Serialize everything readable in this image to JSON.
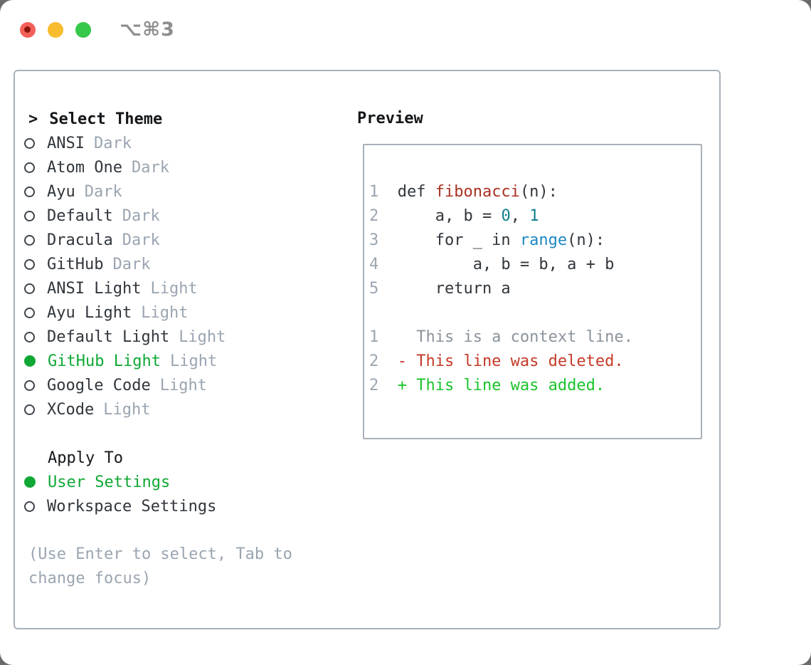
{
  "titlebar": {
    "title": "⌥⌘3"
  },
  "theme_picker": {
    "header": {
      "prompt": ">",
      "label": "Select Theme"
    },
    "themes": [
      {
        "name": "ANSI",
        "variant": "Dark",
        "selected": false
      },
      {
        "name": "Atom One",
        "variant": "Dark",
        "selected": false
      },
      {
        "name": "Ayu",
        "variant": "Dark",
        "selected": false
      },
      {
        "name": "Default",
        "variant": "Dark",
        "selected": false
      },
      {
        "name": "Dracula",
        "variant": "Dark",
        "selected": false
      },
      {
        "name": "GitHub",
        "variant": "Dark",
        "selected": false
      },
      {
        "name": "ANSI Light",
        "variant": "Light",
        "selected": false
      },
      {
        "name": "Ayu Light",
        "variant": "Light",
        "selected": false
      },
      {
        "name": "Default Light",
        "variant": "Light",
        "selected": false
      },
      {
        "name": "GitHub Light",
        "variant": "Light",
        "selected": true
      },
      {
        "name": "Google Code",
        "variant": "Light",
        "selected": false
      },
      {
        "name": "XCode",
        "variant": "Light",
        "selected": false
      }
    ],
    "apply_to": {
      "label": "Apply To",
      "options": [
        {
          "name": "User Settings",
          "selected": true
        },
        {
          "name": "Workspace Settings",
          "selected": false
        }
      ]
    },
    "help": "(Use Enter to select, Tab to change focus)"
  },
  "preview": {
    "label": "Preview",
    "code_lines": [
      {
        "num": "1",
        "tokens": [
          {
            "text": "def ",
            "style": "code"
          },
          {
            "text": "fibonacci",
            "style": "func"
          },
          {
            "text": "(n):",
            "style": "code"
          }
        ]
      },
      {
        "num": "2",
        "tokens": [
          {
            "text": "    a, b = ",
            "style": "code"
          },
          {
            "text": "0",
            "style": "number"
          },
          {
            "text": ", ",
            "style": "code"
          },
          {
            "text": "1",
            "style": "number"
          }
        ]
      },
      {
        "num": "3",
        "tokens": [
          {
            "text": "    for _ in ",
            "style": "code"
          },
          {
            "text": "range",
            "style": "builtin"
          },
          {
            "text": "(n):",
            "style": "code"
          }
        ]
      },
      {
        "num": "4",
        "tokens": [
          {
            "text": "        a, b = b, a + b",
            "style": "code"
          }
        ]
      },
      {
        "num": "5",
        "tokens": [
          {
            "text": "    return a",
            "style": "code"
          }
        ]
      },
      {
        "num": "",
        "tokens": []
      },
      {
        "num": "1",
        "tokens": [
          {
            "text": "  This is a context line.",
            "style": "context"
          }
        ]
      },
      {
        "num": "2",
        "tokens": [
          {
            "text": "- This line was deleted.",
            "style": "deleted"
          }
        ]
      },
      {
        "num": "2",
        "tokens": [
          {
            "text": "+ This line was added.",
            "style": "added"
          }
        ]
      }
    ]
  },
  "colors": {
    "heading": "#14171a",
    "text_dark": "#30363c",
    "muted": "#9aa5b1",
    "marker_stroke": "#3e444b",
    "selected_green": "#0fa834",
    "func_red": "#a93123",
    "number_teal": "#107f8c",
    "builtin_blue": "#1e87c2",
    "context_gray": "#8b939b",
    "diff_deleted": "#c53a28",
    "diff_added": "#1ac32a",
    "border": "#a9b1ba",
    "title_gray": "#8e8e8e",
    "traffic_red": "#f4605a",
    "traffic_red_dot": "#8c150b",
    "traffic_yellow": "#f8bc2e",
    "traffic_green": "#35c84a"
  }
}
